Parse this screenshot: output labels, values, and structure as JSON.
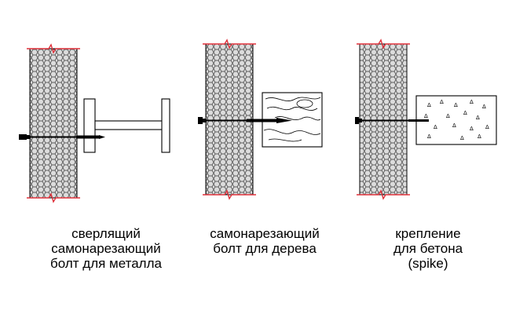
{
  "colors": {
    "panel_fill": "#d9d9d9",
    "panel_mesh": "#6e6e6e",
    "panel_edge": "#000000",
    "panel_end_marks": "#e0303a",
    "bolt": "#000000",
    "background": "#ffffff"
  },
  "captions": {
    "metal": [
      "сверлящий",
      "самонарезающий",
      "болт для металла"
    ],
    "wood": [
      "самонарезающий",
      "болт для дерева"
    ],
    "concrete": [
      "крепление",
      "для бетона",
      "(spike)"
    ]
  }
}
